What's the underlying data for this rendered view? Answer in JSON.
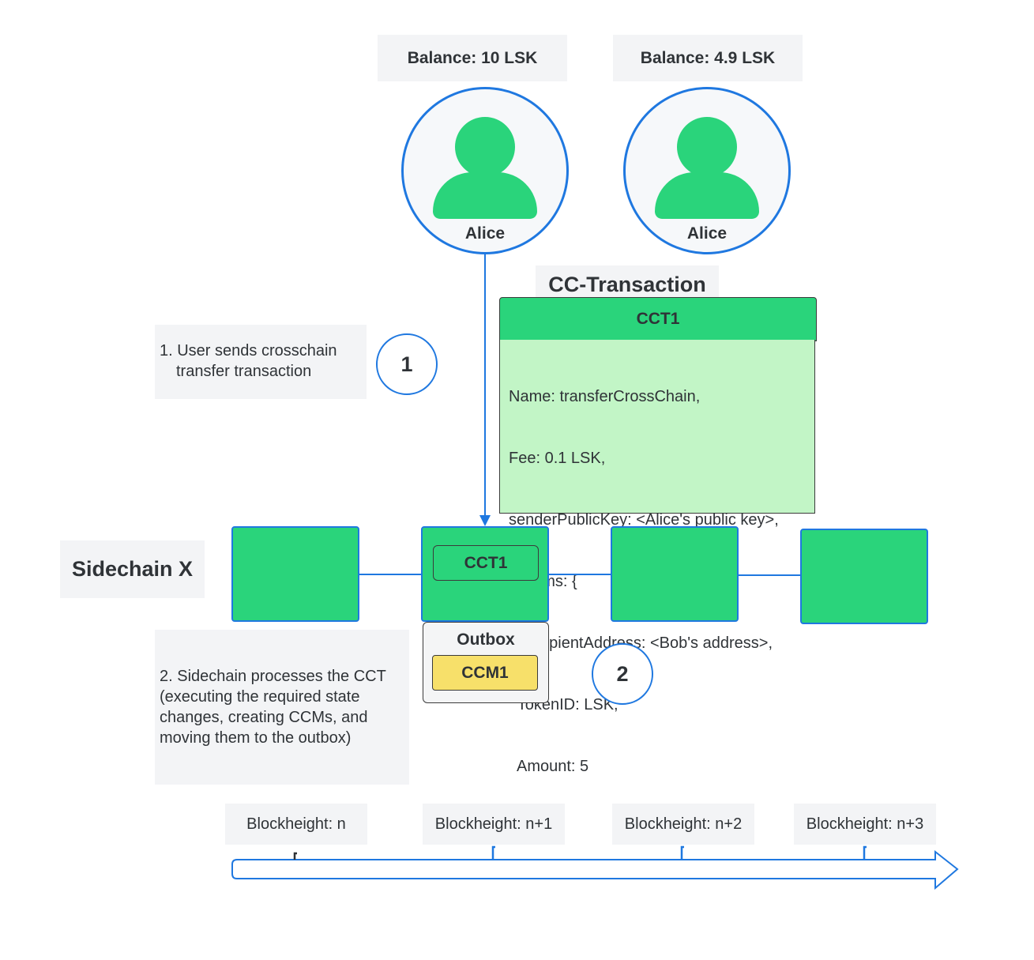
{
  "users": [
    {
      "balance": "Balance: 10 LSK",
      "name": "Alice"
    },
    {
      "balance": "Balance: 4.9 LSK",
      "name": "Alice"
    }
  ],
  "transaction": {
    "section_title": "CC-Transaction",
    "id": "CCT1",
    "lines": [
      "Name: transferCrossChain,",
      "Fee: 0.1 LSK,",
      "senderPublicKey: <Alice's public key>,",
      "Params: {",
      "  RecipientAddress: <Bob's address>,",
      "  TokenID: LSK,",
      "  Amount: 5",
      "}"
    ]
  },
  "steps": [
    {
      "number": "1",
      "text_lines": [
        "1. User sends crosschain",
        "transfer transaction"
      ]
    },
    {
      "number": "2",
      "text_lines": [
        "2. Sidechain processes the CCT",
        "(executing the required state",
        "changes, creating CCMs, and",
        "moving them to the outbox)"
      ]
    }
  ],
  "chain": {
    "label": "Sidechain X",
    "block_tx_label": "CCT1",
    "outbox_label": "Outbox",
    "ccm_label": "CCM1"
  },
  "block_heights": [
    "Blockheight: n",
    "Blockheight: n+1",
    "Blockheight: n+2",
    "Blockheight: n+3"
  ],
  "colors": {
    "accent": "#1f78e0",
    "block": "#2ad47b",
    "tx_body": "#c2f5c6",
    "ccm": "#f7e06a",
    "label_bg": "#f3f4f6"
  }
}
